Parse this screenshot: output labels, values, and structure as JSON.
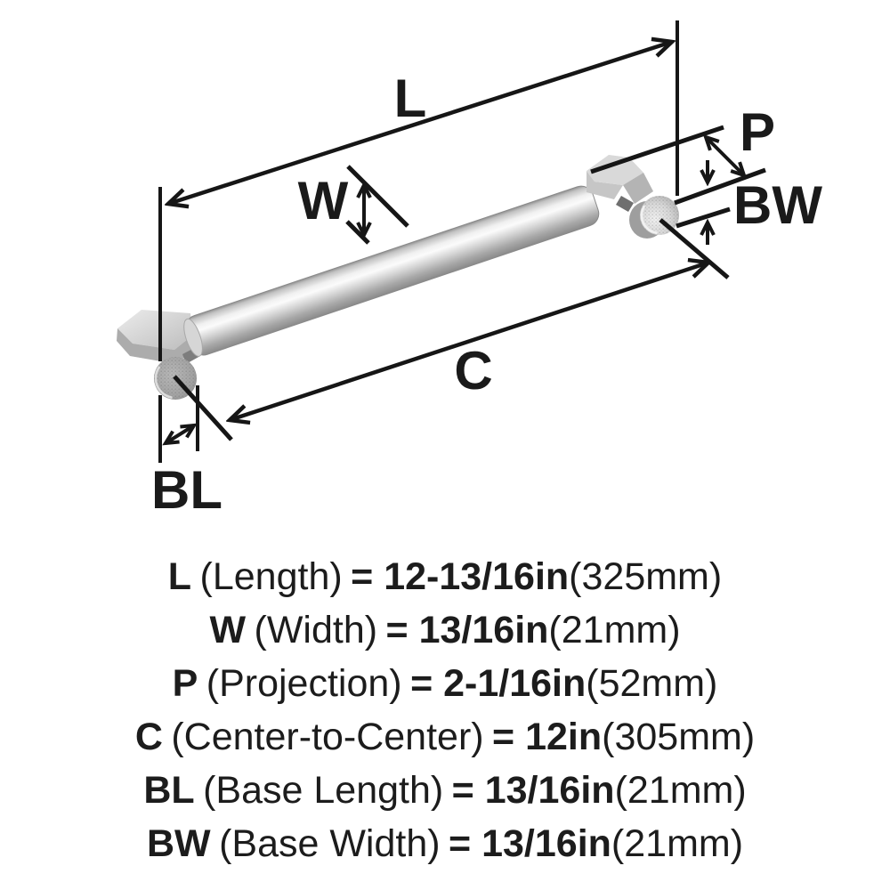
{
  "diagram": {
    "labels": {
      "length": "L",
      "width": "W",
      "projection": "P",
      "base_width": "BW",
      "center_to_center": "C",
      "base_length": "BL"
    }
  },
  "specs": [
    {
      "code": "L",
      "name": "(Length)",
      "value": "= 12-13/16in",
      "metric": "(325mm)"
    },
    {
      "code": "W",
      "name": "(Width)",
      "value": "= 13/16in",
      "metric": "(21mm)"
    },
    {
      "code": "P",
      "name": "(Projection)",
      "value": "= 2-1/16in",
      "metric": "(52mm)"
    },
    {
      "code": "C",
      "name": "(Center-to-Center)",
      "value": "= 12in",
      "metric": "(305mm)"
    },
    {
      "code": "BL",
      "name": "(Base Length)",
      "value": "= 13/16in",
      "metric": "(21mm)"
    },
    {
      "code": "BW",
      "name": "(Base Width)",
      "value": "= 13/16in",
      "metric": "(21mm)"
    }
  ],
  "colors": {
    "ink": "#161616",
    "background": "#ffffff",
    "metal_light": "#f2f2f2",
    "metal_mid": "#c9c9c9",
    "metal_dark": "#8c8c8c"
  }
}
